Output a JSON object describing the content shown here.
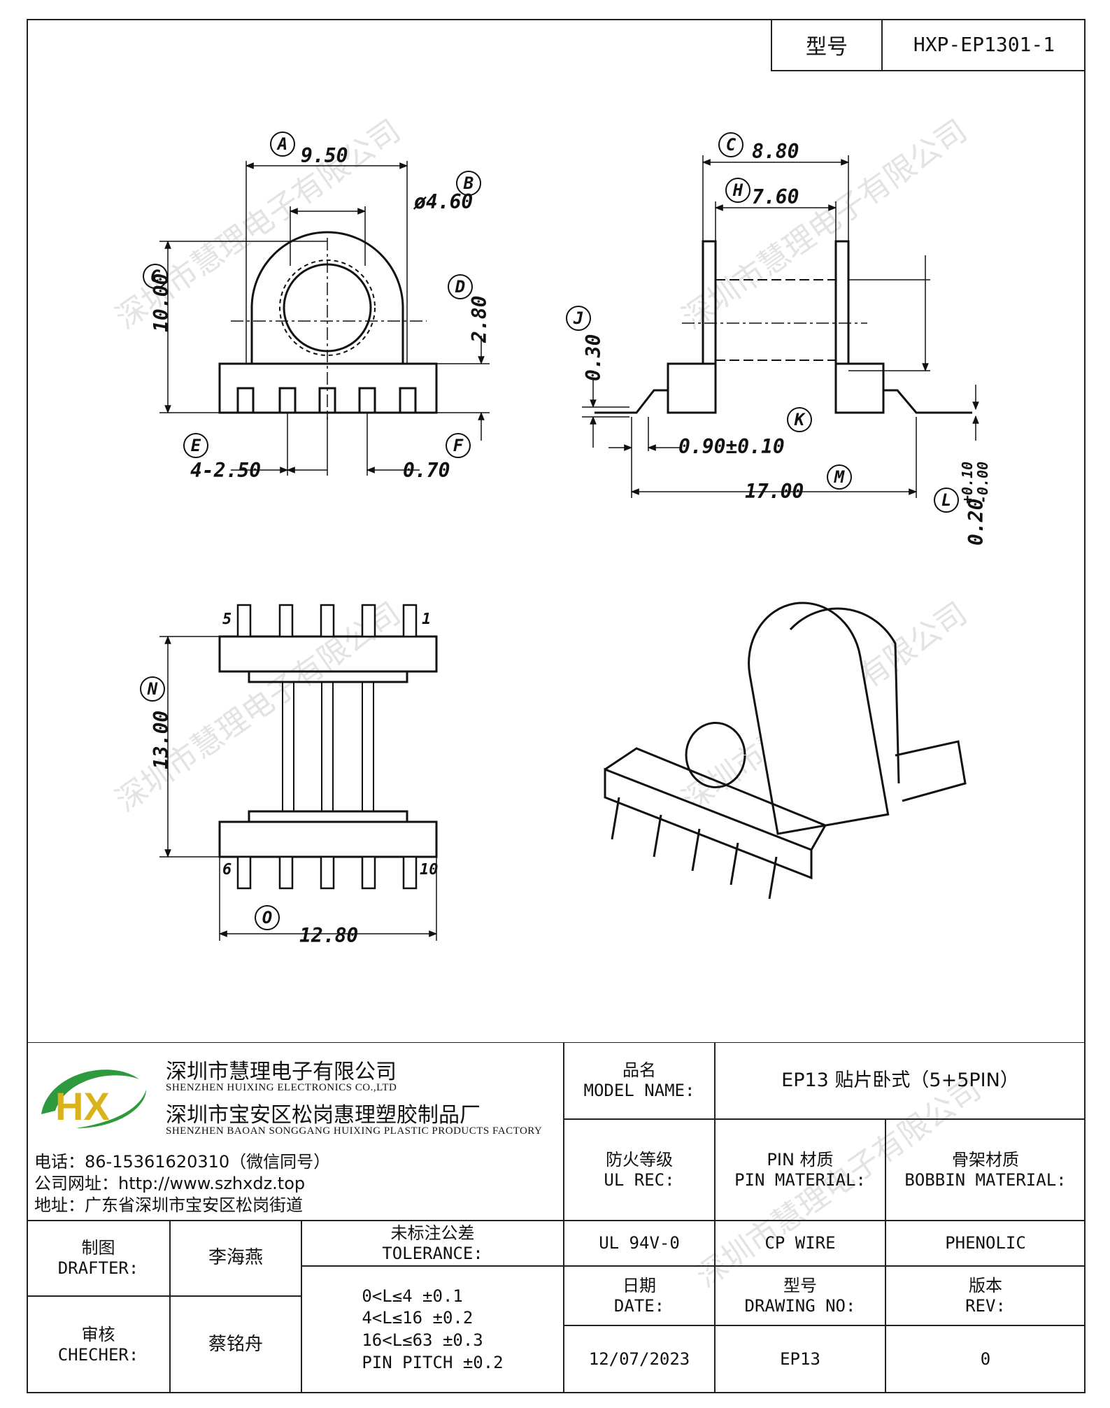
{
  "header": {
    "model_label": "型号",
    "model_value": "HXP-EP1301-1"
  },
  "watermark": "深圳市慧理电子有限公司",
  "drawing": {
    "front_view": {
      "dims": {
        "A": "9.50",
        "B": "ø4.60",
        "C": "10.00",
        "D": "2.80",
        "E": "4-2.50",
        "F": "0.70"
      },
      "letters": {
        "A": "A",
        "B": "B",
        "C": "C",
        "D": "D",
        "E": "E",
        "F": "F"
      }
    },
    "side_view": {
      "dims": {
        "C": "8.80",
        "H": "7.60",
        "J": "0.30",
        "K": "0.90±0.10",
        "M": "17.00",
        "L": "0.20",
        "L_tol_plus": "+0.10",
        "L_tol_minus": "-0.00"
      },
      "letters": {
        "C": "C",
        "H": "H",
        "J": "J",
        "K": "K",
        "M": "M",
        "L": "L"
      }
    },
    "bottom_view": {
      "dims": {
        "N": "13.00",
        "O": "12.80"
      },
      "letters": {
        "N": "N",
        "O": "O"
      },
      "pins": {
        "p5": "5",
        "p1": "1",
        "p6": "6",
        "p10": "10"
      }
    }
  },
  "company": {
    "name_cn": "深圳市慧理电子有限公司",
    "name_en": "SHENZHEN HUIXING ELECTRONICS CO.,LTD",
    "factory_cn": "深圳市宝安区松岗惠理塑胶制品厂",
    "factory_en": "SHENZHEN BAOAN SONGGANG HUIXING PLASTIC PRODUCTS FACTORY",
    "phone": "电话：86-15361620310（微信同号）",
    "website": "公司网址：http://www.szhxdz.top",
    "address": "地址：广东省深圳市宝安区松岗街道",
    "logo_text": "HX",
    "colors": {
      "logo_green": "#2e9a3e",
      "logo_yellow": "#d9b21c"
    }
  },
  "titleblock": {
    "model_name_cn": "品名",
    "model_name_en": "MODEL NAME:",
    "model_name_value": "EP13 贴片卧式（5+5PIN）",
    "ul_cn": "防火等级",
    "ul_en": "UL REC:",
    "pin_mat_cn": "PIN 材质",
    "pin_mat_en": "PIN MATERIAL:",
    "bobbin_cn": "骨架材质",
    "bobbin_en": "BOBBIN MATERIAL:",
    "ul_value": "UL 94V-0",
    "pin_value": "CP WIRE",
    "bobbin_value": "PHENOLIC",
    "drafter_cn": "制图",
    "drafter_en": "DRAFTER:",
    "drafter_name": "李海燕",
    "checker_cn": "审核",
    "checker_en": "CHECHER:",
    "checker_name": "蔡铭舟",
    "tol_cn": "未标注公差",
    "tol_en": "TOLERANCE:",
    "tol_lines": [
      "0<L≤4  ±0.1",
      "4<L≤16 ±0.2",
      "16<L≤63 ±0.3",
      "PIN PITCH ±0.2"
    ],
    "date_cn": "日期",
    "date_en": "DATE:",
    "date_value": "12/07/2023",
    "dwg_cn": "型号",
    "dwg_en": "DRAWING NO:",
    "dwg_value": "EP13",
    "rev_cn": "版本",
    "rev_en": "REV:",
    "rev_value": "0"
  }
}
